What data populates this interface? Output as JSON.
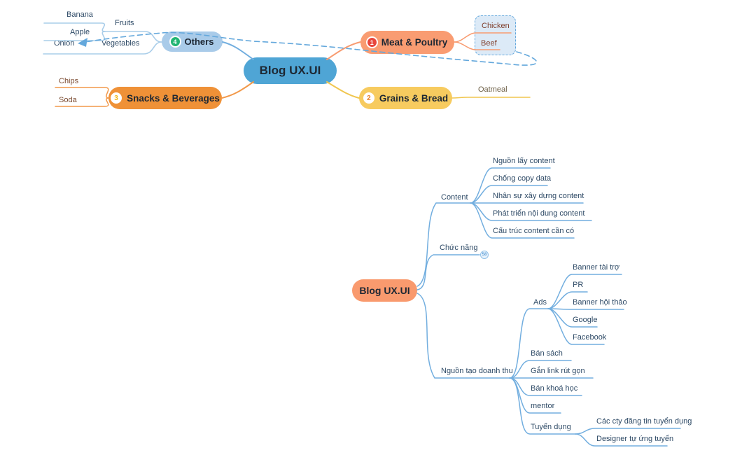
{
  "colors": {
    "center_top_node": "#4FA5D5",
    "others_node": "#A9CBE9",
    "salmon_node": "#F99C72",
    "yellow_node": "#F7CB5F",
    "orange_node": "#EF9137",
    "bottom_center_node": "#F99A6E",
    "blue_line": "#72AEDF",
    "light_blue_line": "#A9CDE9",
    "salmon_line": "#F89B70",
    "yellow_line": "#F0C64F",
    "orange_line": "#F2994A",
    "dashed_relationship": "#64A8DC",
    "boundary_fill": "#DCEAF7",
    "badge_red": "#E8463C",
    "badge_green": "#22B573",
    "badge_orange": "#E8832C",
    "badge_yellow": "#F2B718"
  },
  "top_map": {
    "center": "Blog UX.UI",
    "branch_others": {
      "badge": "4",
      "label": "Others"
    },
    "branch_meat": {
      "badge": "1",
      "label": "Meat & Poultry"
    },
    "branch_grains": {
      "badge": "2",
      "label": "Grains & Bread"
    },
    "branch_snacks": {
      "badge": "3",
      "label": "Snacks & Beverages"
    },
    "leaves": {
      "banana": "Banana",
      "apple": "Apple",
      "fruits": "Fruits",
      "onion": "Onion",
      "vegetables": "Vegetables",
      "chips": "Chips",
      "soda": "Soda",
      "chicken": "Chicken",
      "beef": "Beef",
      "oatmeal": "Oatmeal"
    },
    "relationship": {
      "from": "Beef",
      "to": "Onion",
      "style": "dashed-arrow"
    }
  },
  "bottom_map": {
    "center": "Blog UX.UI",
    "content": {
      "label": "Content",
      "children": [
        "Nguồn lấy content",
        "Chống copy data",
        "Nhân sự xây dựng content",
        "Phát triển nội dung content",
        "Cấu trúc content cần có"
      ]
    },
    "chuc_nang": {
      "label": "Chức năng",
      "collapsed_count": "58"
    },
    "doanh_thu": {
      "label": "Nguồn tạo doanh thu",
      "ads": {
        "label": "Ads",
        "children": [
          "Banner tài trợ",
          "PR",
          "Banner hội thảo",
          "Google",
          "Facebook"
        ]
      },
      "items": [
        "Bán sách",
        "Gắn link rút gọn",
        "Bán khoá học",
        "mentor"
      ],
      "tuyen_dung": {
        "label": "Tuyển dụng",
        "children": [
          "Các cty đăng tin tuyển dụng",
          "Designer tự ứng tuyển"
        ]
      }
    }
  }
}
